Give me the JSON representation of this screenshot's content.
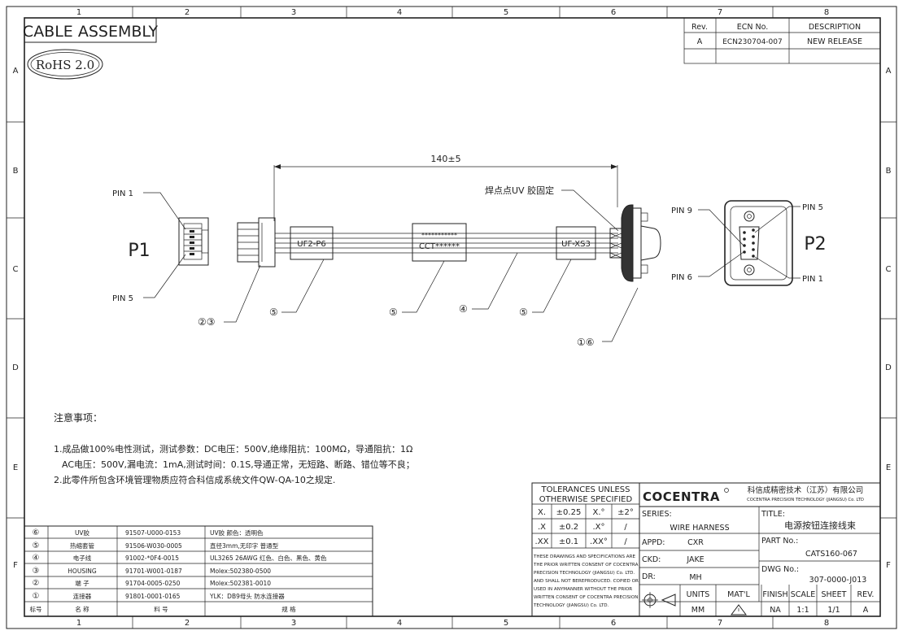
{
  "frame": {
    "cols": [
      "1",
      "2",
      "3",
      "4",
      "5",
      "6",
      "7",
      "8"
    ],
    "rows": [
      "A",
      "B",
      "C",
      "D",
      "E",
      "F"
    ]
  },
  "title_box": "CABLE ASSEMBLY",
  "rohs": "RoHS 2.0",
  "revision": {
    "headers": [
      "Rev.",
      "ECN No.",
      "DESCRIPTION"
    ],
    "row": [
      "A",
      "ECN230704-007",
      "NEW RELEASE"
    ]
  },
  "drawing": {
    "p1": "P1",
    "p2": "P2",
    "pin1_left": "PIN 1",
    "pin5_left": "PIN 5",
    "pin9": "PIN 9",
    "pin6": "PIN 6",
    "pin5_right": "PIN 5",
    "pin1_right": "PIN 1",
    "dimension": "140±5",
    "solder_note": "焊点点UV 胶固定",
    "label_left": "UF2-P6",
    "label_mid_top": "***********",
    "label_mid_bot": "CCT******",
    "label_right": "UF-XS3",
    "callout_23": "②③",
    "callout_5a": "⑤",
    "callout_5b": "⑤",
    "callout_4": "④",
    "callout_5c": "⑤",
    "callout_16": "①⑥"
  },
  "notes": {
    "heading": "注意事项：",
    "line1": "1.成品做100%电性测试，测试参数：DC电压：500V,绝缘阻抗：100MΩ，导通阻抗：1Ω",
    "line2": "AC电压：500V,漏电流：1mA,测试时间：0.1S,导通正常，无短路、断路、错位等不良；",
    "line3": "2.此零件所包含环境管理物质应符合科信成系统文件QW-QA-10之规定."
  },
  "bom": {
    "rows": [
      {
        "no": "⑥",
        "name": "UV胶",
        "part": "91507-U000-0153",
        "spec": "UV胶 颜色：透明色"
      },
      {
        "no": "⑤",
        "name": "热缩套管",
        "part": "91506-W030-0005",
        "spec": "直径3mm,无印字 普通型"
      },
      {
        "no": "④",
        "name": "电子线",
        "part": "91002-*0F4-0015",
        "spec": "UL3265 26AWG 红色、白色、黑色、黄色"
      },
      {
        "no": "③",
        "name": "HOUSING",
        "part": "91701-W001-0187",
        "spec": "Molex:502380-0500"
      },
      {
        "no": "②",
        "name": "端 子",
        "part": "91704-0005-0250",
        "spec": "Molex:502381-0010"
      },
      {
        "no": "①",
        "name": "连接器",
        "part": "91801-0001-0165",
        "spec": "YLK：DB9母头 防水连接器"
      }
    ],
    "header": {
      "no": "标号",
      "name": "名 称",
      "part": "料 号",
      "spec": "规 格"
    }
  },
  "tolerance": {
    "title1": "TOLERANCES UNLESS",
    "title2": "OTHERWISE SPECIFIED",
    "r1": [
      "X.",
      "±0.25",
      "X.°",
      "±2°"
    ],
    "r2": [
      ".X",
      "±0.2",
      ".X°",
      "/"
    ],
    "r3": [
      ".XX",
      "±0.1",
      ".XX°",
      "/"
    ],
    "legal1": "THESE DRAWINGS AND SPECIFICATIONS ARE",
    "legal2": "THE PRIOR WRITTEN CONSENT OF COCENTRA",
    "legal3": "PRECISION TECHNOLOGY (JIANGSU) Co. LTD.",
    "legal4": "AND SHALL NOT BEREPRODUCED. COPIED OR",
    "legal5": "USED IN ANYMANNER WITHOUT THE PRIOR",
    "legal6": "WRITTEN CONSENT OF COCENTRA PRECISION",
    "legal7": "TECHNOLOGY (JIANGSU) Co. LTD."
  },
  "company": {
    "logo": "COCENTRA",
    "name_cn": "科信成精密技术（江苏）有限公司",
    "name_en": "COCENTRA PRECISION TECHNOLOGY (JIANGSU) Co. LTD"
  },
  "titleblock": {
    "series_label": "SERIES:",
    "series_value": "WIRE HARNESS",
    "title_label": "TITLE:",
    "title_value": "电源按钮连接线束",
    "appd_label": "APPD:",
    "appd_value": "CXR",
    "part_label": "PART No.:",
    "part_value": "CATS160-067",
    "ckd_label": "CKD:",
    "ckd_value": "JAKE",
    "dwg_label": "DWG No.:",
    "dwg_value": "307-0000-J013",
    "dr_label": "DR:",
    "dr_value": "MH",
    "units_label": "UNITS",
    "units_value": "MM",
    "mat_label": "MAT'L",
    "finish_label": "FINISH",
    "finish_value": "NA",
    "scale_label": "SCALE",
    "scale_value": "1:1",
    "sheet_label": "SHEET",
    "sheet_value": "1/1",
    "rev_label": "REV.",
    "rev_value": "A"
  }
}
